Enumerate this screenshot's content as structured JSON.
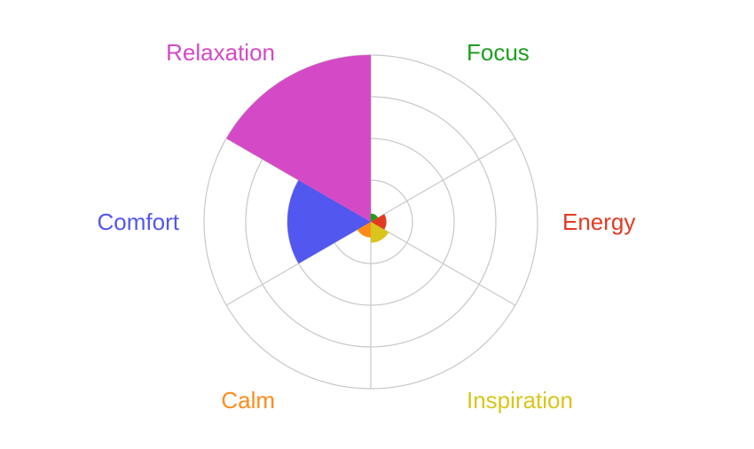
{
  "chart_data": {
    "type": "polar-area",
    "title": "",
    "categories": [
      "Focus",
      "Energy",
      "Inspiration",
      "Calm",
      "Comfort",
      "Relaxation"
    ],
    "values": [
      0.4,
      0.75,
      1,
      0.75,
      4,
      8
    ],
    "colors": [
      "#1e9e1e",
      "#e23a22",
      "#d9c51c",
      "#ff8c1a",
      "#5257f0",
      "#d44ac6"
    ],
    "label_colors": [
      "#1e9e1e",
      "#e23a22",
      "#d9c51c",
      "#ff8c1a",
      "#5257f0",
      "#d44ac6"
    ],
    "r_range": [
      0,
      8
    ],
    "r_ticks": [
      2,
      4,
      6,
      8
    ],
    "grid": true,
    "legend": "none"
  }
}
